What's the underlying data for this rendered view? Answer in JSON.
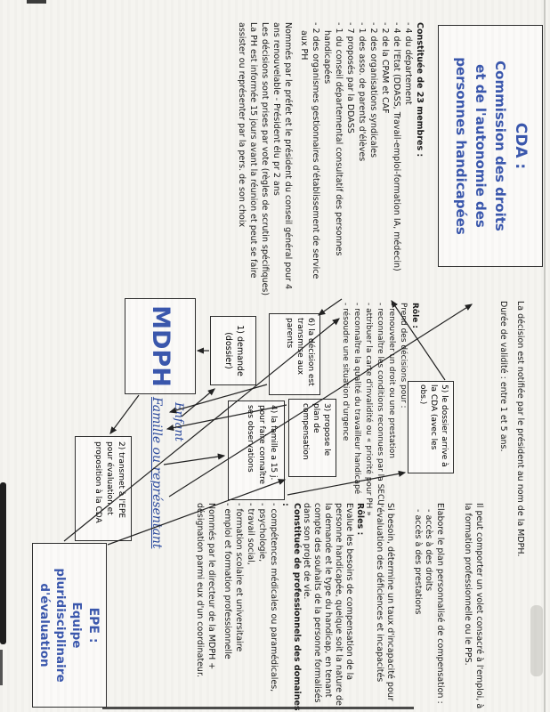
{
  "cda": {
    "box_title": "CDA :",
    "box_line1": "Commission des droits",
    "box_line2": "et de l'autonomie des",
    "box_line3": "personnes handicapées",
    "members_heading": "Constituée de 23 membres :",
    "members": [
      "- 4 du département",
      "- 4 de l'Etat (DDASS, Travail-emploi-formation IA, médecin)",
      "- 2 de la CPAM et CAF",
      "- 2 des organisations syndicales",
      "- 1 des asso. de parents d'élèves",
      "- 7 proposés par la DDASS",
      "- 1 du conseil départemental consultatif des personnes handicapées",
      "- 2 des organismes gestionnaires d'établissement de service aux PH"
    ],
    "note1": "Nommés par le préfet et le président du conseil général pour 4 ans renouvelable - Président élu pr 2 ans",
    "note2": "Les décisions sont prises par vote (règles de scrutin spécifiques)",
    "note3": "La PH est informée 15 jours avant la réunion et peut se faire assister ou représenter par la pers. de son choix",
    "role_heading": "Rôle :",
    "role_intro": "Prend des décisions pour :",
    "role_items": [
      "- renouveler un droit ou une prestation",
      "- reconnaître les conditions reconnues par la SECU",
      "- attribuer la carte d'invalidité ou « priorité pour PH »",
      "- reconnaître la qualité du travailleur handicapé",
      "- résoudre une situation d'urgence"
    ],
    "decision_note1": "La décision est notifiée par le président au nom de la MDPH.",
    "decision_note2": "Durée de validité : entre 1 et 5 ans."
  },
  "mdph": {
    "title": "MDPH"
  },
  "family": {
    "line1": "Enfant",
    "line2": "Famille ou représentant"
  },
  "steps": {
    "s1": [
      "1) demande",
      "(dossier)"
    ],
    "s2": [
      "2) transmet à l'EPE",
      "pour évaluation et",
      "proposition à la CDA"
    ],
    "s3": [
      "3) propose le",
      "plan de",
      "compensation"
    ],
    "s4": [
      "4) la famille a 15 j.",
      "pour faire connaître",
      "ses observations"
    ],
    "s5": [
      "5) le dossier arrive à",
      "la CDA (avec les obs.)"
    ],
    "s6": [
      "6) la décision est",
      "transmise aux",
      "parents"
    ]
  },
  "epe": {
    "box_title": "EPE :",
    "box_line1": "Equipe",
    "box_line2": "pluridisciplinaire",
    "box_line3": "d'évaluation",
    "constitution_heading": "Constituée de professionnels des domaines :",
    "constitution_items": [
      "- compétences médicales ou paramédicales,",
      "- psychologie,",
      "- travail social,",
      "- formation scolaire et universitaire",
      "- emploi et formation professionnelle"
    ],
    "constitution_note": "Nommés par le directeur de la MDPH + désignation parmi eux d'un coordinateur.",
    "roles_heading": "Rôles :",
    "roles_text": "Evalue les besoins de compensation de la personne handicapée, quelque soit la nature de la demande et le type du handicap, en tenant compte des souhaits de la personne formalisés dans son projet de vie.",
    "taux_text": "Si besoin, détermine un taux d'incapacité pour l'évaluation des déficiences et incapacités",
    "plan_heading": "Elabore le plan personnalisé de compensation :",
    "plan_items": [
      "- accès à des droits",
      "- accès à des prestations"
    ],
    "plan_note": "Il peut comporter un volet consacré à l'emploi, à la formation professionnelle ou le PPS."
  }
}
